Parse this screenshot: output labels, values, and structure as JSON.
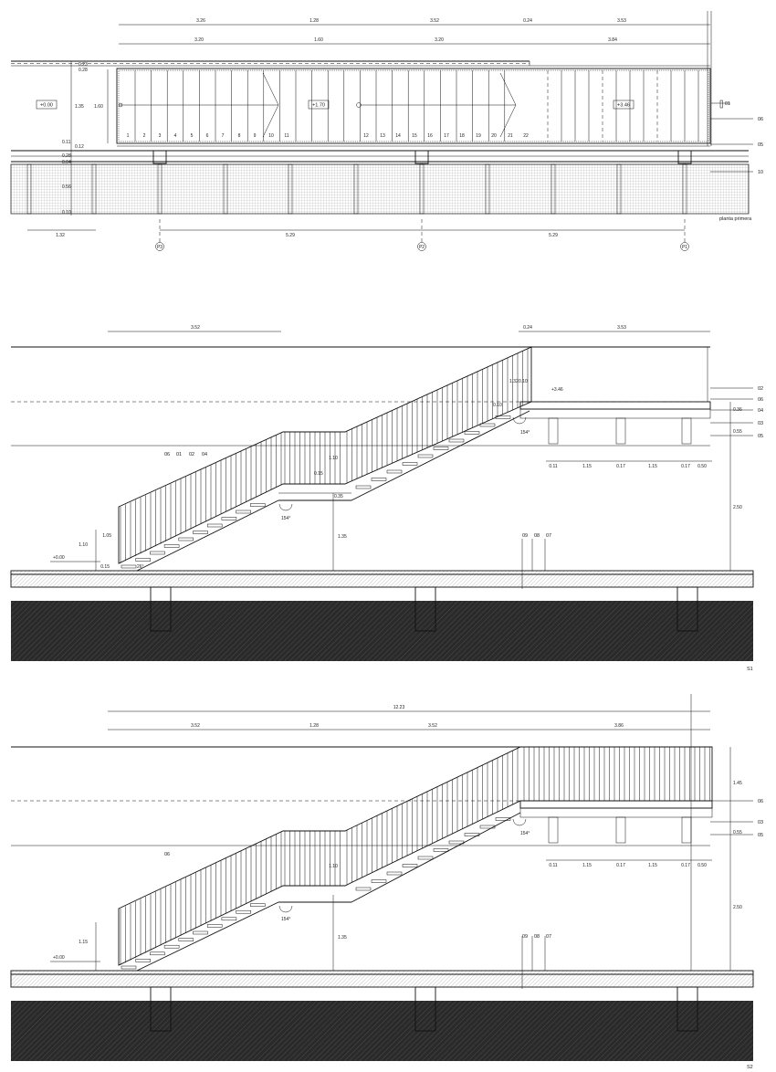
{
  "plan": {
    "dims_top_row1": [
      "3.26",
      "1.28",
      "3.52",
      "0.24",
      "3.53"
    ],
    "dims_top_row2": [
      "3.20",
      "1.60",
      "3.20",
      "3.84"
    ],
    "dims_left": [
      "0.23",
      "0.28",
      "1.35",
      "0.11",
      "0.12",
      "0.28",
      "0.04",
      "0.56",
      "0.10"
    ],
    "inner_dim": "1.60",
    "level_labels": [
      "+0.00",
      "+1.70",
      "+3.46"
    ],
    "step_numbers": [
      "1",
      "2",
      "3",
      "4",
      "5",
      "6",
      "7",
      "8",
      "9",
      "10",
      "11",
      "12",
      "13",
      "14",
      "15",
      "16",
      "17",
      "18",
      "19",
      "20",
      "21",
      "22"
    ],
    "right_codes": [
      "01",
      "06",
      "05",
      "10"
    ],
    "bottom_dims": [
      "1.32",
      "5.29",
      "5.29"
    ],
    "axis_labels": [
      "P3",
      "P2",
      "P1"
    ],
    "floor_label": "planta primera"
  },
  "section1": {
    "dims_top": [
      "3.52",
      "0.24",
      "3.53"
    ],
    "rail_dims": [
      "1.32",
      "0.10"
    ],
    "landing_level": "+3.46",
    "landing_dims": [
      "0.11",
      "1.15",
      "0.17",
      "1.15",
      "0.17",
      "0.50"
    ],
    "right_dims": [
      "0.36",
      "0.55",
      "2.50"
    ],
    "right_codes": [
      "02",
      "06",
      "04",
      "03",
      "05"
    ],
    "mark_codes_left": [
      "06",
      "01",
      "02",
      "04"
    ],
    "mark_codes_bottom": [
      "09",
      "08",
      "07"
    ],
    "level_zero": "+0.00",
    "left_dims": [
      "1.10",
      "1.05",
      "0.15"
    ],
    "angles": [
      "154°",
      "154°",
      "26°"
    ],
    "mid_dims": [
      "1.10",
      "1.35",
      "0.35",
      "0.15",
      "0.10"
    ],
    "sheet_code": "S1"
  },
  "section2": {
    "dim_overall": "12.23",
    "dims_top": [
      "3.52",
      "1.28",
      "3.52",
      "3.86"
    ],
    "right_dims": [
      "1.45",
      "0.55",
      "2.50"
    ],
    "right_codes": [
      "06",
      "03",
      "05"
    ],
    "landing_dims": [
      "0.11",
      "1.15",
      "0.17",
      "1.15",
      "0.17",
      "0.50"
    ],
    "mark_codes_left": [
      "06"
    ],
    "mark_codes_bottom": [
      "09",
      "08",
      "07"
    ],
    "level_zero": "+0.00",
    "left_dims": [
      "1.15"
    ],
    "angles": [
      "154°",
      "154°"
    ],
    "mid_dims": [
      "1.10",
      "1.35"
    ],
    "sheet_code": "S2"
  }
}
